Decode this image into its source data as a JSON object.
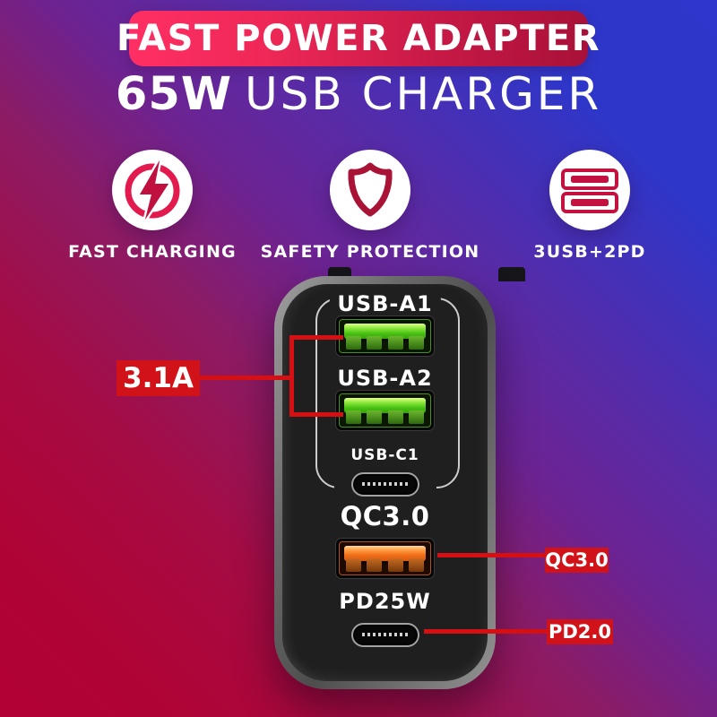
{
  "banner": {
    "title": "FAST POWER ADAPTER"
  },
  "headline": {
    "wattage": "65W",
    "product": "USB CHARGER"
  },
  "features": {
    "fast_charging": {
      "label": "FAST CHARGING",
      "icon": "lightning-circle-icon"
    },
    "safety": {
      "label": "SAFETY PROTECTION",
      "icon": "shield-icon"
    },
    "ports": {
      "label": "3USB+2PD",
      "icon": "dual-usb-ports-icon"
    }
  },
  "charger": {
    "port_labels": [
      "USB-A1",
      "USB-A2",
      "USB-C1",
      "QC3.0",
      "PD25W"
    ]
  },
  "annotations": {
    "amperage": "3.1A",
    "quick_charge": "QC3.0",
    "power_delivery": "PD2.0"
  },
  "colors": {
    "background_blue": "#2e36cb",
    "background_red": "#b20233",
    "banner_pink": "#ff2f64",
    "banner_dark_red": "#a81139",
    "callout_red": "#d11219",
    "line_red": "#d60f12",
    "icon_red": "#c41240",
    "port_green": "#47c113",
    "port_orange": "#ef6a16",
    "charger_body": "#1f1f1f",
    "text_white": "#ffffff"
  }
}
